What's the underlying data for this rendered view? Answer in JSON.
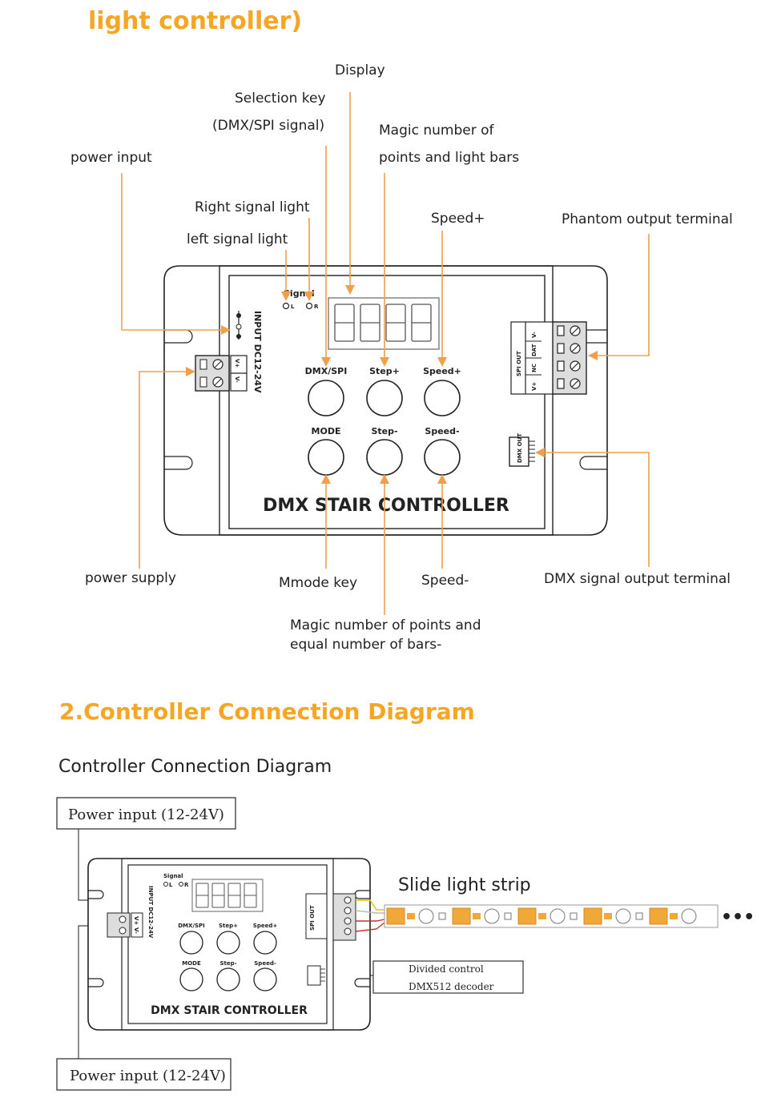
{
  "header": {
    "title_fragment": "light controller)"
  },
  "device": {
    "signal_label": "Signal",
    "left_led": "L",
    "right_led": "R",
    "input_label": "INPUT DC12-24V",
    "vplus": "V+",
    "vminus": "V-",
    "keys": [
      {
        "label": "DMX/SPI"
      },
      {
        "label": "Step+"
      },
      {
        "label": "Speed+"
      },
      {
        "label": "MODE"
      },
      {
        "label": "Step-"
      },
      {
        "label": "Speed-"
      }
    ],
    "name": "DMX STAIR CONTROLLER",
    "spi_out": "SPI OUT",
    "spi_pins": [
      "V+",
      "NC",
      "DAT",
      "V-"
    ],
    "dmx_out": "DMX OUT"
  },
  "annotations": {
    "display": "Display",
    "selection_key_1": "Selection key",
    "selection_key_2": "(DMX/SPI signal)",
    "magic_up_1": "Magic number of",
    "magic_up_2": "points and light bars",
    "power_input": "power input",
    "right_signal_light": "Right signal light",
    "left_signal_light": "left signal light",
    "speed_plus": "Speed+",
    "phantom_output": "Phantom output terminal",
    "power_supply": "power supply",
    "mmode_key": "Mmode key",
    "speed_minus": "Speed-",
    "dmx_output": "DMX signal output terminal",
    "magic_down_1": "Magic number of points and",
    "magic_down_2": "equal number of bars-"
  },
  "section2": {
    "heading": "2.Controller Connection Diagram",
    "subheading": "Controller Connection Diagram",
    "power_top": "Power input (12-24V)",
    "power_bottom": "Power input (12-24V)",
    "strip_label": "Slide light strip",
    "decoder_1": "Divided control",
    "decoder_2": "DMX512 decoder",
    "ellipsis": "•••"
  },
  "colors": {
    "accent": "#f5a623",
    "annotation_line": "#f0a04a"
  }
}
